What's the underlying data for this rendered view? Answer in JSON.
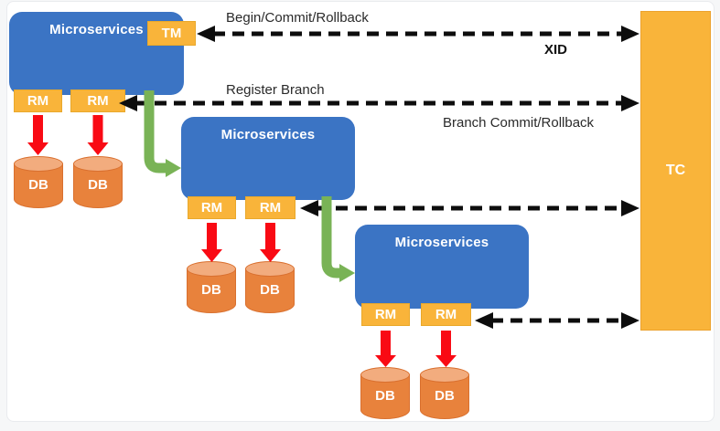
{
  "diagram": {
    "microservices": [
      {
        "label": "Microservices",
        "tm_label": "TM",
        "rm_labels": [
          "RM",
          "RM"
        ],
        "db_labels": [
          "DB",
          "DB"
        ]
      },
      {
        "label": "Microservices",
        "rm_labels": [
          "RM",
          "RM"
        ],
        "db_labels": [
          "DB",
          "DB"
        ]
      },
      {
        "label": "Microservices",
        "rm_labels": [
          "RM",
          "RM"
        ],
        "db_labels": [
          "DB",
          "DB"
        ]
      }
    ],
    "tc": {
      "label": "TC"
    },
    "messages": {
      "begin_commit_rollback": "Begin/Commit/Rollback",
      "xid": "XID",
      "register_branch": "Register Branch",
      "branch_commit_rollback": "Branch Commit/Rollback"
    },
    "colors": {
      "microservice_blue": "#3b74c4",
      "chip_orange": "#f9b43a",
      "db_orange": "#e8823c",
      "db_top_orange": "#f2ac7e",
      "arrow_red": "#f90a14",
      "arrow_green": "#79b356",
      "arrow_black": "#0d0d0d"
    }
  }
}
